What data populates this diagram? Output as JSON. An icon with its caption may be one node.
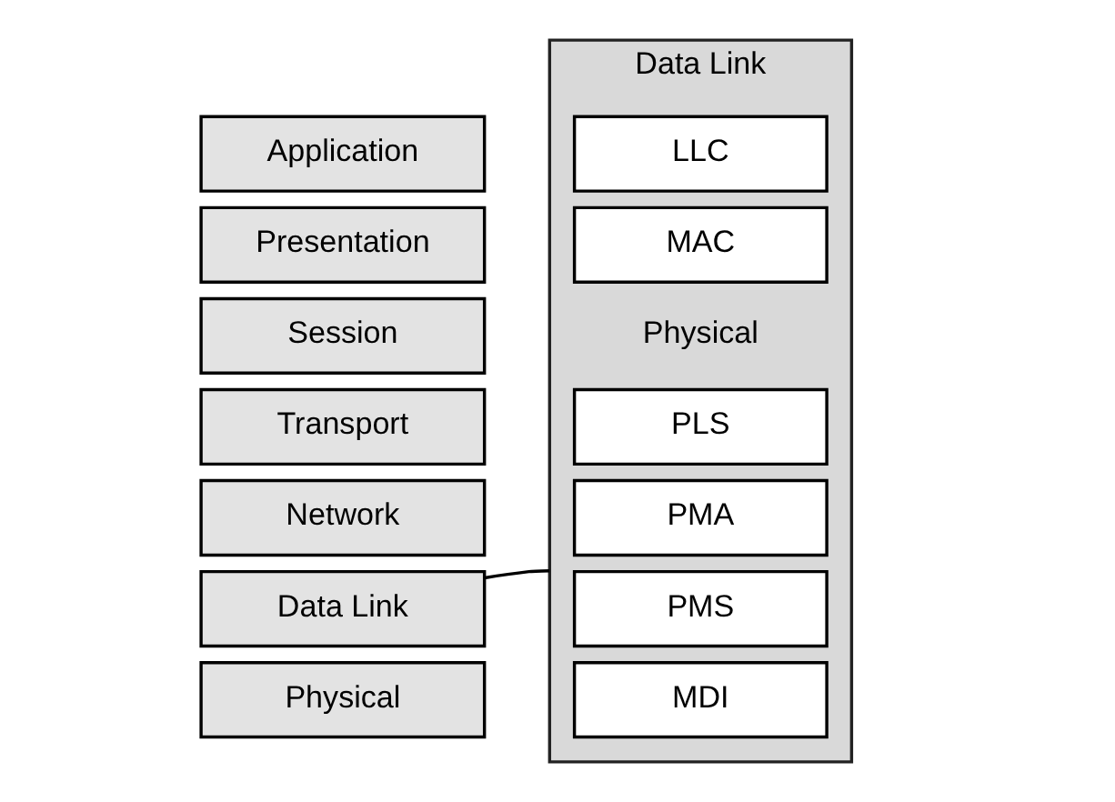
{
  "diagram": {
    "nodes": [
      {
        "text": [
          "Application"
        ]
      },
      {
        "text": [
          "Presentation"
        ]
      },
      {
        "text": [
          "Session"
        ]
      },
      {
        "text": [
          "Transport"
        ]
      },
      {
        "text": [
          "Network"
        ]
      },
      {
        "text": [
          "Data Link"
        ]
      },
      {
        "text": [
          "Physical"
        ]
      },
      {
        "text": [
          "Data Link",
          "Physical"
        ]
      },
      {
        "text": [
          "LLC"
        ],
        "in": 7
      },
      {
        "text": [
          "MAC"
        ],
        "in": 7
      },
      {
        "text": [
          "PLS"
        ],
        "in": 7
      },
      {
        "text": [
          "PMA"
        ],
        "in": 7
      },
      {
        "text": [
          "PMS"
        ],
        "in": 7
      },
      {
        "text": [
          "MDI"
        ],
        "in": 7
      }
    ],
    "edges": [
      {
        "from": 7,
        "to": 5,
        "arrow": "none"
      }
    ]
  }
}
